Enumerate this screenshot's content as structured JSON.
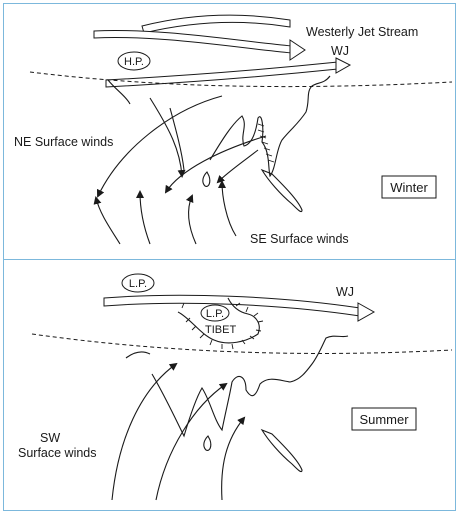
{
  "winter": {
    "jet_label": "Westerly Jet Stream",
    "wj_label": "WJ",
    "pressure_label": "H.P.",
    "ne_winds_label": "NE Surface winds",
    "se_winds_label": "SE Surface winds",
    "season_label": "Winter"
  },
  "summer": {
    "wj_label": "WJ",
    "pressure_left_label": "L.P.",
    "pressure_tibet_label": "L.P.",
    "tibet_label": "TIBET",
    "sw_winds_label_1": "SW",
    "sw_winds_label_2": "Surface winds",
    "season_label": "Summer"
  }
}
